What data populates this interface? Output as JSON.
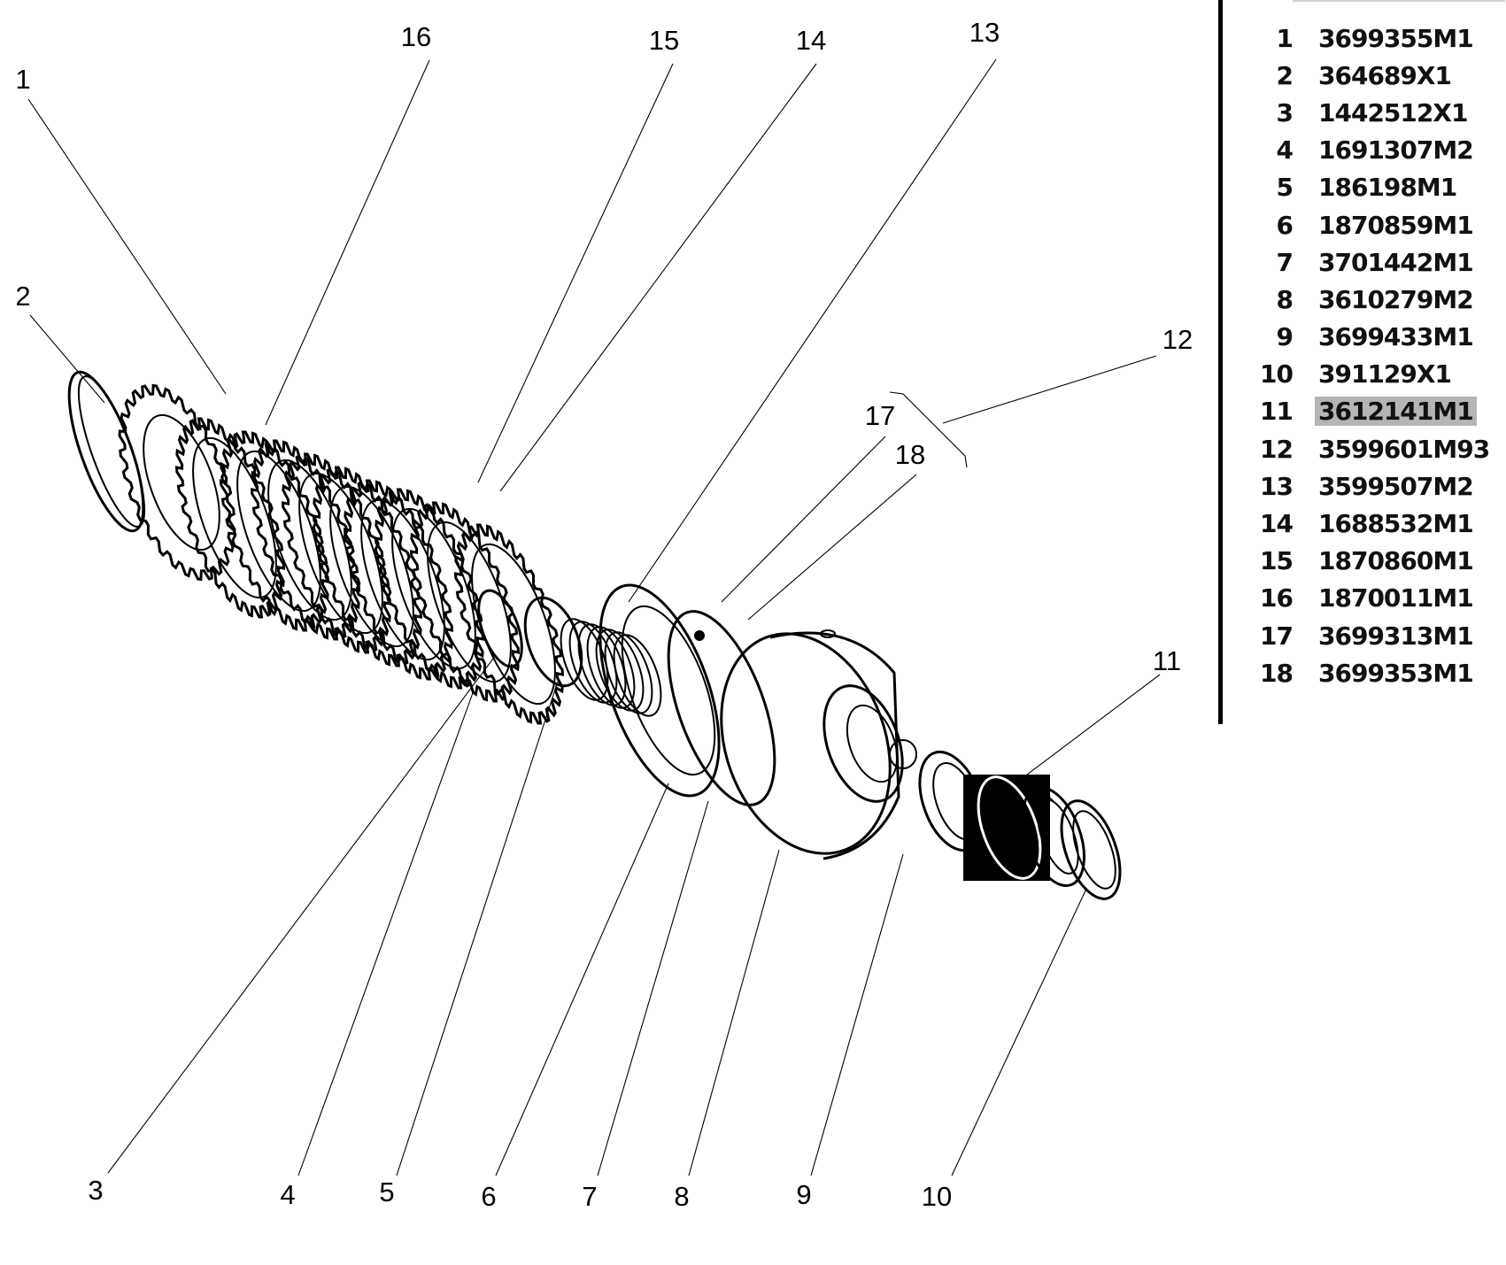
{
  "diagram": {
    "title": "Clutch pack exploded view",
    "callouts": [
      "1",
      "2",
      "3",
      "4",
      "5",
      "6",
      "7",
      "8",
      "9",
      "10",
      "11",
      "12",
      "13",
      "14",
      "15",
      "16",
      "17",
      "18"
    ]
  },
  "parts_list": {
    "selected_index": 11,
    "highlight_color": "#b5b5b5",
    "rows": [
      {
        "index": "1",
        "part_number": "3699355M1"
      },
      {
        "index": "2",
        "part_number": "364689X1"
      },
      {
        "index": "3",
        "part_number": "1442512X1"
      },
      {
        "index": "4",
        "part_number": "1691307M2"
      },
      {
        "index": "5",
        "part_number": "186198M1"
      },
      {
        "index": "6",
        "part_number": "1870859M1"
      },
      {
        "index": "7",
        "part_number": "3701442M1"
      },
      {
        "index": "8",
        "part_number": "3610279M2"
      },
      {
        "index": "9",
        "part_number": "3699433M1"
      },
      {
        "index": "10",
        "part_number": "391129X1"
      },
      {
        "index": "11",
        "part_number": "3612141M1"
      },
      {
        "index": "12",
        "part_number": "3599601M93"
      },
      {
        "index": "13",
        "part_number": "3599507M2"
      },
      {
        "index": "14",
        "part_number": "1688532M1"
      },
      {
        "index": "15",
        "part_number": "1870860M1"
      },
      {
        "index": "16",
        "part_number": "1870011M1"
      },
      {
        "index": "17",
        "part_number": "3699313M1"
      },
      {
        "index": "18",
        "part_number": "3699353M1"
      }
    ]
  }
}
